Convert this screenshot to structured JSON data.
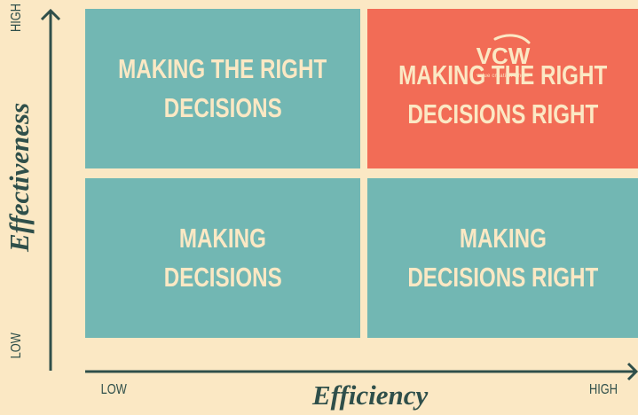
{
  "quadrants": {
    "top_left": {
      "line1": "MAKING THE RIGHT",
      "line2": "DECISIONS"
    },
    "top_right": {
      "line1": "MAKING THE RIGHT",
      "line2": "DECISIONS RIGHT"
    },
    "bottom_left": {
      "line1": "MAKING",
      "line2": "DECISIONS"
    },
    "bottom_right": {
      "line1": "MAKING",
      "line2": "DECISIONS RIGHT"
    }
  },
  "logo": {
    "text": "VCW",
    "tagline": "value creation wheel"
  },
  "x_axis": {
    "title": "Efficiency",
    "low": "LOW",
    "high": "HIGH"
  },
  "y_axis": {
    "title": "Effectiveness",
    "low": "LOW",
    "high": "HIGH"
  },
  "colors": {
    "background": "#fbe8c4",
    "teal": "#72b7b3",
    "coral": "#f26c56",
    "axis": "#2f4f4a"
  }
}
